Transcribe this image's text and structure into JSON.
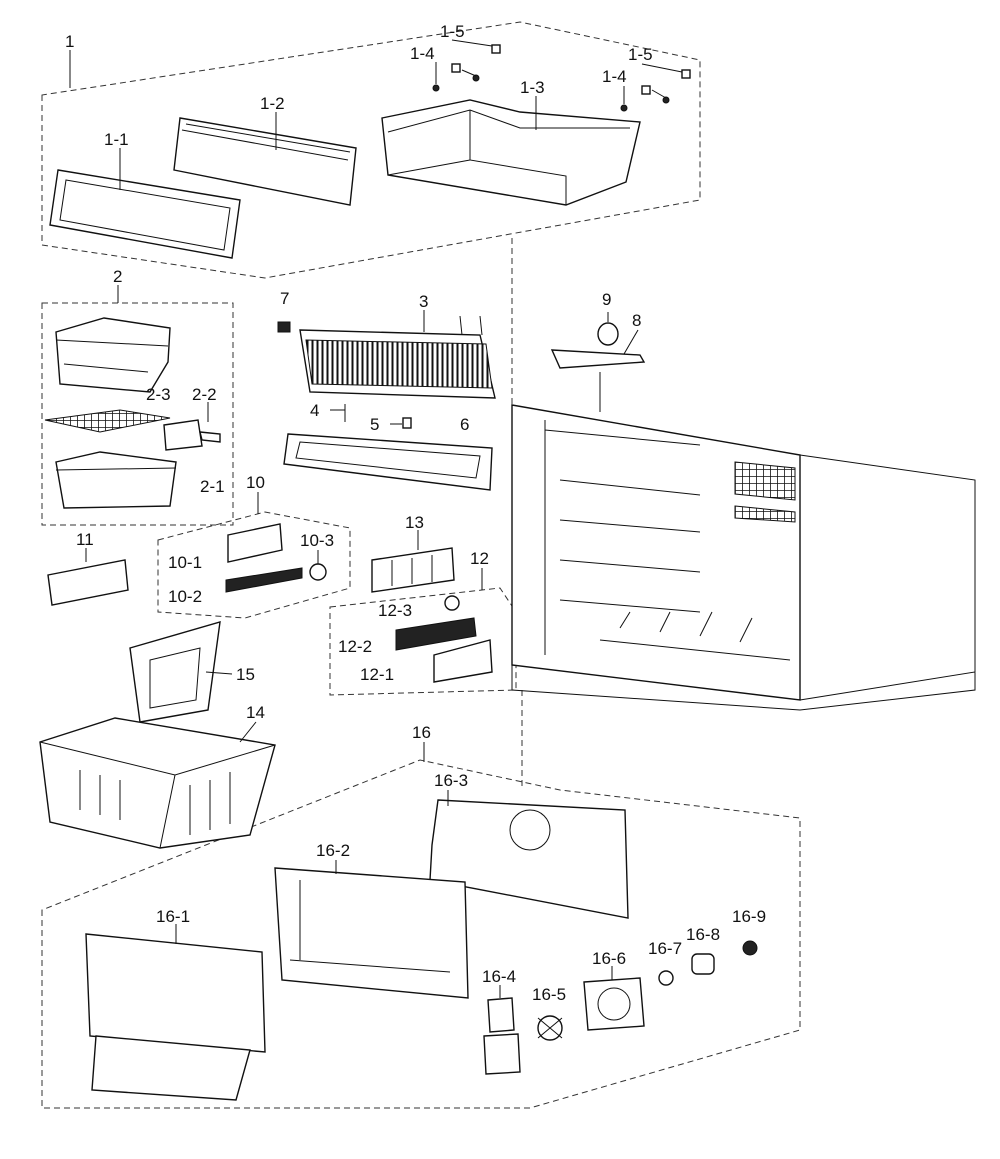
{
  "labels": {
    "p1": "1",
    "p1_1": "1-1",
    "p1_2": "1-2",
    "p1_3": "1-3",
    "p1_4a": "1-4",
    "p1_5a": "1-5",
    "p1_4b": "1-4",
    "p1_5b": "1-5",
    "p2": "2",
    "p2_1": "2-1",
    "p2_2": "2-2",
    "p2_3": "2-3",
    "p3": "3",
    "p4": "4",
    "p5": "5",
    "p6": "6",
    "p7": "7",
    "p8": "8",
    "p9": "9",
    "p10": "10",
    "p10_1": "10-1",
    "p10_2": "10-2",
    "p10_3": "10-3",
    "p11": "11",
    "p12": "12",
    "p12_1": "12-1",
    "p12_2": "12-2",
    "p12_3": "12-3",
    "p13": "13",
    "p14": "14",
    "p15": "15",
    "p16": "16",
    "p16_1": "16-1",
    "p16_2": "16-2",
    "p16_3": "16-3",
    "p16_4": "16-4",
    "p16_5": "16-5",
    "p16_6": "16-6",
    "p16_7": "16-7",
    "p16_8": "16-8",
    "p16_9": "16-9"
  }
}
